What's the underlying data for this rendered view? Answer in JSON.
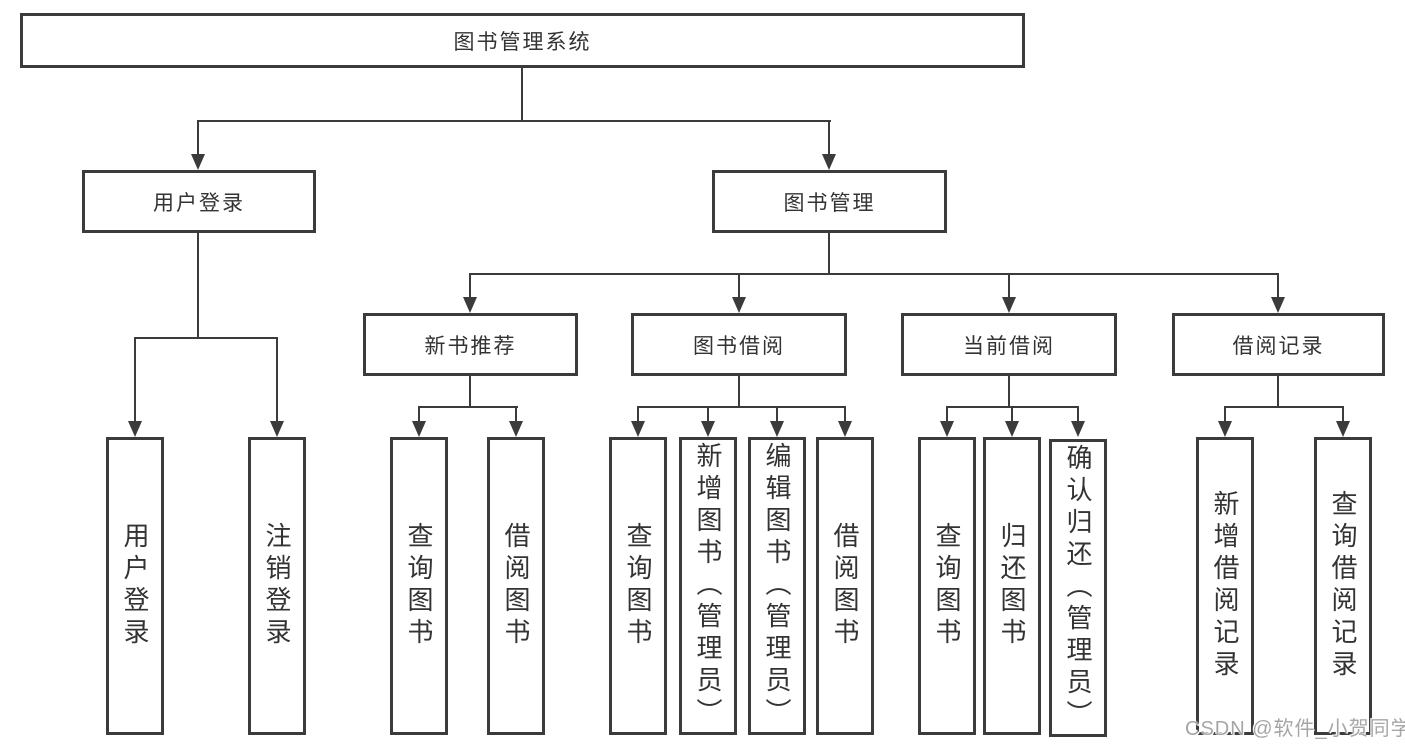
{
  "diagram": {
    "title": "图书管理系统",
    "nodes": {
      "root": "图书管理系统",
      "user_login": "用户登录",
      "book_management": "图书管理",
      "new_book_recommend": "新书推荐",
      "book_borrowing": "图书借阅",
      "current_borrowing": "当前借阅",
      "borrowing_records": "借阅记录",
      "leaf_user_login": "用户登录",
      "leaf_logout": "注销登录",
      "leaf_nb_query_books": "查询图书",
      "leaf_nb_borrow_books": "借阅图书",
      "leaf_bb_query_books": "查询图书",
      "leaf_bb_add_books": "新增图书（管理员）",
      "leaf_bb_edit_books": "编辑图书（管理员）",
      "leaf_bb_borrow_books": "借阅图书",
      "leaf_cb_query_books": "查询图书",
      "leaf_cb_return_books": "归还图书",
      "leaf_cb_confirm_return": "确认归还（管理员）",
      "leaf_br_add_record": "新增借阅记录",
      "leaf_br_query_record": "查询借阅记录"
    },
    "colors": {
      "line": "#3b3b3b",
      "text": "#333333",
      "background": "#ffffff",
      "watermark_gray": "#a6a6a6"
    }
  },
  "watermark": "CSDN @软件_小贺同学"
}
